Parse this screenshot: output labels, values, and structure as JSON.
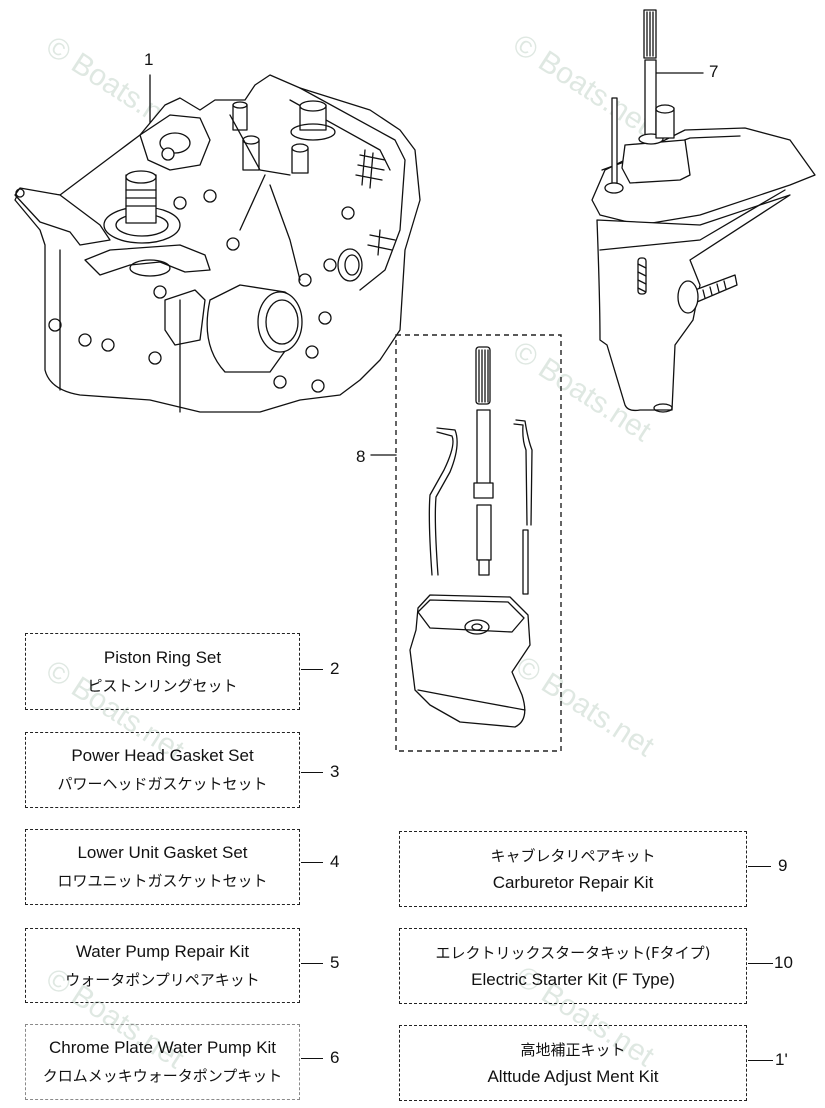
{
  "diagram": {
    "watermark": "© Boats.net",
    "callouts": [
      {
        "id": "1",
        "label": "1"
      },
      {
        "id": "7",
        "label": "7"
      },
      {
        "id": "8",
        "label": "8"
      }
    ],
    "illustrations": [
      {
        "callout": "1",
        "subject": "power-head-assembly"
      },
      {
        "callout": "7",
        "subject": "lower-unit-assembly"
      },
      {
        "callout": "8",
        "subject": "drive-shaft-housing-kit"
      }
    ],
    "kits_left": [
      {
        "number": "2",
        "line1": "Piston Ring Set",
        "line2": "ピストンリングセット"
      },
      {
        "number": "3",
        "line1": "Power Head Gasket Set",
        "line2": "パワーヘッドガスケットセット"
      },
      {
        "number": "4",
        "line1": "Lower Unit Gasket Set",
        "line2": "ロワユニットガスケットセット"
      },
      {
        "number": "5",
        "line1": "Water Pump Repair Kit",
        "line2": "ウォータポンプリペアキット"
      },
      {
        "number": "6",
        "line1": "Chrome Plate Water Pump Kit",
        "line2": "クロムメッキウォータポンプキット"
      }
    ],
    "kits_right": [
      {
        "number": "9",
        "line1": "キャブレタリペアキット",
        "line2": "Carburetor Repair Kit"
      },
      {
        "number": "10",
        "line1": "エレクトリックスタータキット(Fタイプ)",
        "line2": "Electric Starter Kit (F Type)"
      },
      {
        "number": "1'",
        "line1": "高地補正キット",
        "line2": "Alttude Adjust Ment Kit"
      }
    ]
  }
}
